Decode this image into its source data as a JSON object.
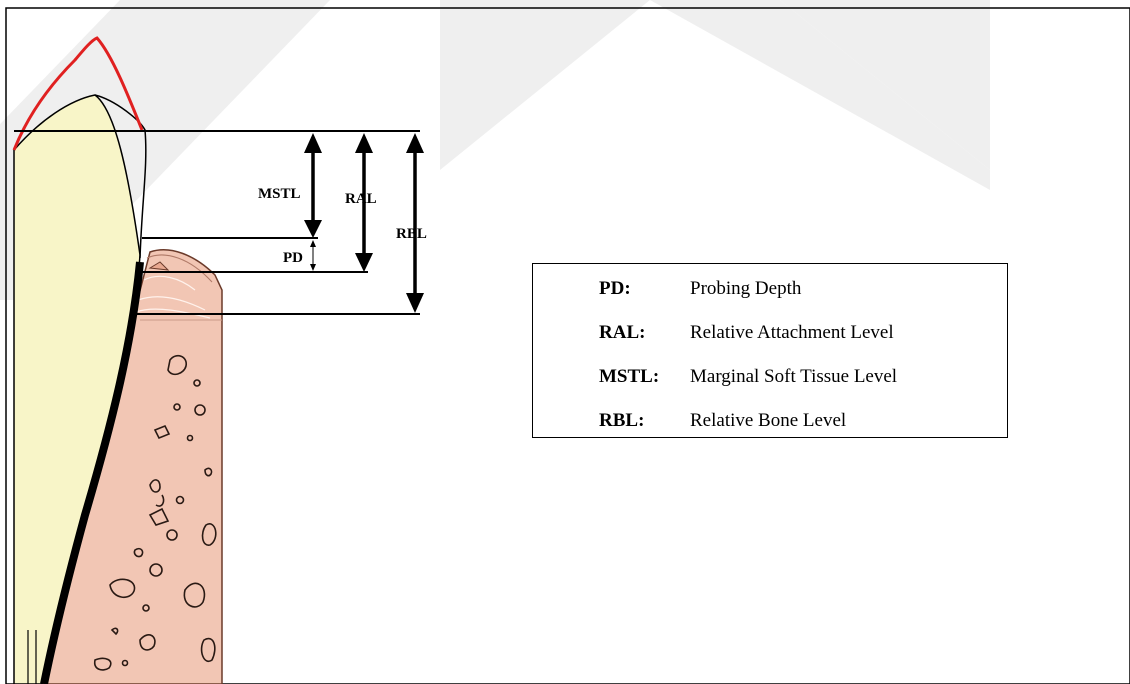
{
  "diagram": {
    "measurements": [
      {
        "abbr": "MSTL"
      },
      {
        "abbr": "RAL"
      },
      {
        "abbr": "RBL"
      },
      {
        "abbr": "PD"
      }
    ]
  },
  "legend": {
    "items": [
      {
        "term": "PD:",
        "definition": "Probing  Depth"
      },
      {
        "term": "RAL:",
        "definition": "Relative  Attachment  Level"
      },
      {
        "term": "MSTL:",
        "definition": "Marginal Soft Tissue Level"
      },
      {
        "term": "RBL:",
        "definition": "Relative Bone Level"
      }
    ]
  },
  "colors": {
    "tooth": "#f8f5c8",
    "gingiva": "#f0c8b8",
    "bone": "#f0c4b2",
    "enamel_line": "#e02020",
    "watermark": "#efefef"
  }
}
